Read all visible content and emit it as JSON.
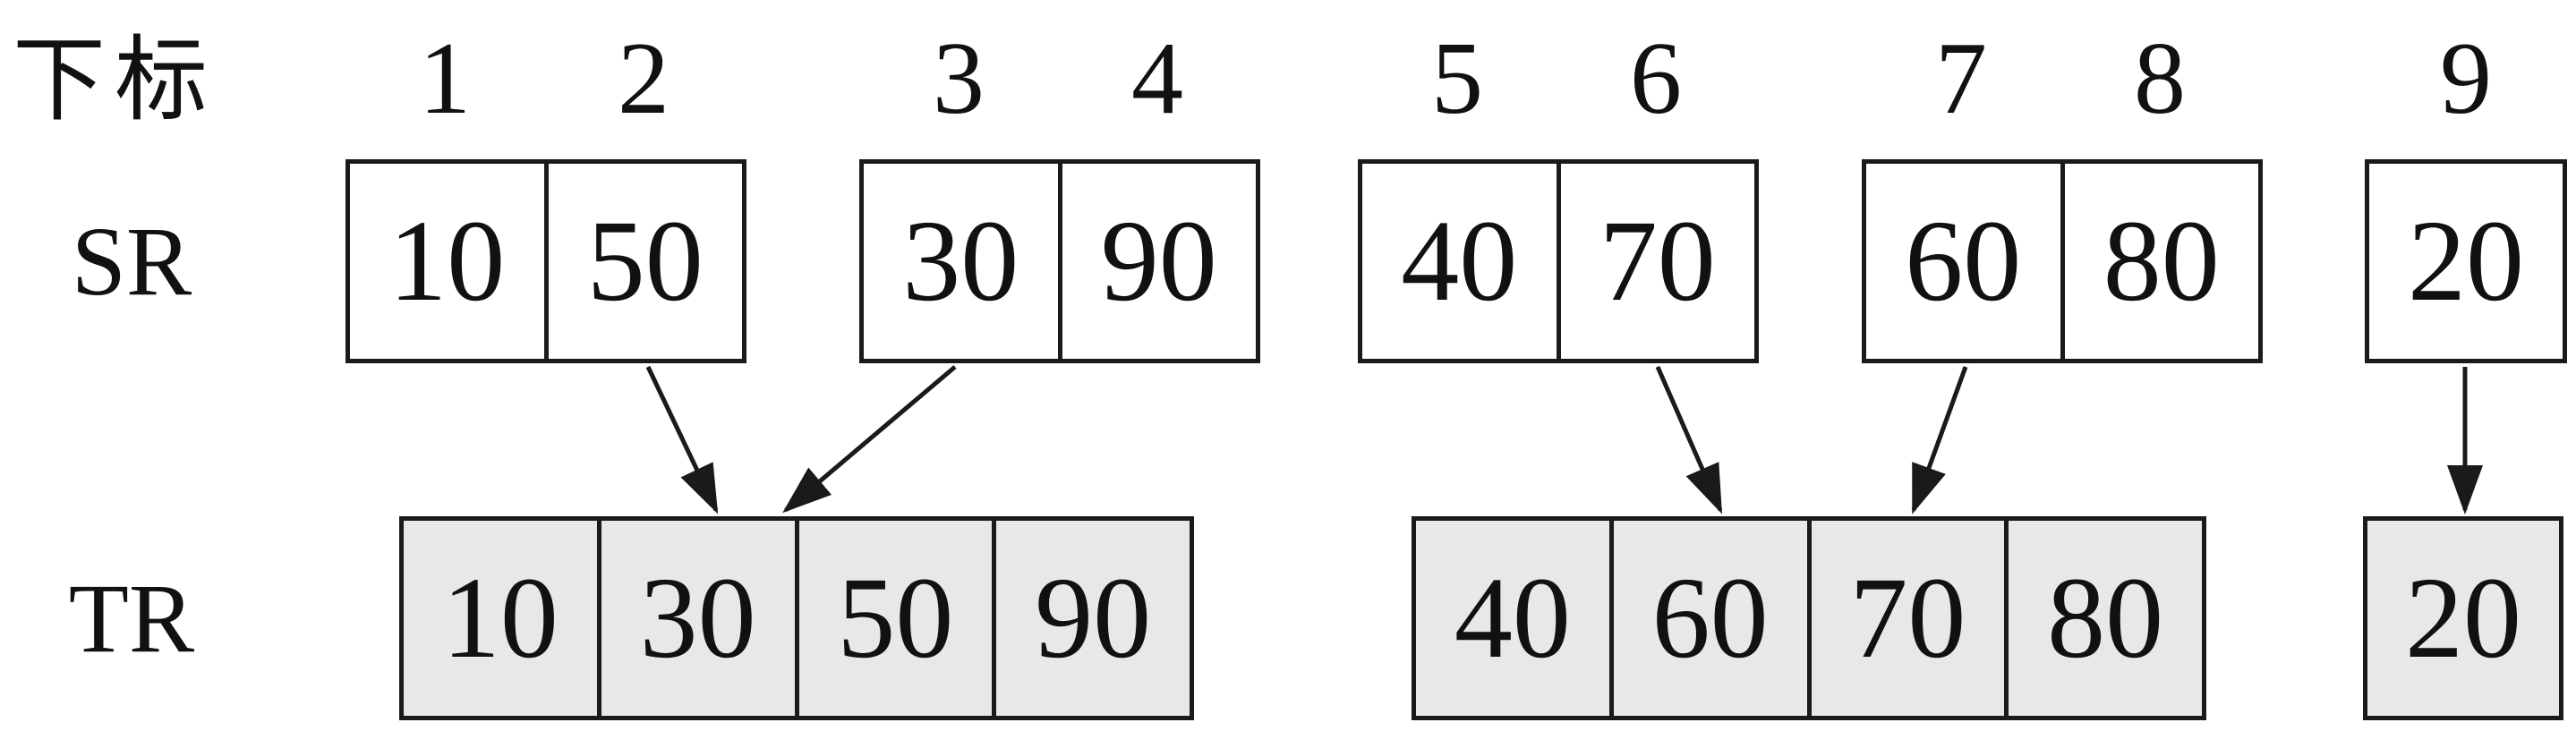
{
  "header": {
    "index_label": "下标",
    "indices": [
      "1",
      "2",
      "3",
      "4",
      "5",
      "6",
      "7",
      "8",
      "9"
    ]
  },
  "sr": {
    "label": "SR",
    "groups": [
      [
        "10",
        "50"
      ],
      [
        "30",
        "90"
      ],
      [
        "40",
        "70"
      ],
      [
        "60",
        "80"
      ],
      [
        "20"
      ]
    ]
  },
  "tr": {
    "label": "TR",
    "groups": [
      [
        "10",
        "30",
        "50",
        "90"
      ],
      [
        "40",
        "60",
        "70",
        "80"
      ],
      [
        "20"
      ]
    ]
  },
  "arrows": [
    {
      "from": "SR cell 2 (50)",
      "to": "TR group 1 near 30|50 boundary"
    },
    {
      "from": "SR cell 3 (30)",
      "to": "TR group 1 cell 2 (30)"
    },
    {
      "from": "SR cell 6 (70)",
      "to": "TR group 2 near 60|70 boundary"
    },
    {
      "from": "SR cell 7 (60)",
      "to": "TR group 2 cell 3 (70) left edge"
    },
    {
      "from": "SR cell 9 (20)",
      "to": "TR cell 9 (20)"
    }
  ],
  "colors": {
    "background": "#ffffff",
    "border": "#1a1a1a",
    "tr_fill": "#e8e8e8"
  }
}
